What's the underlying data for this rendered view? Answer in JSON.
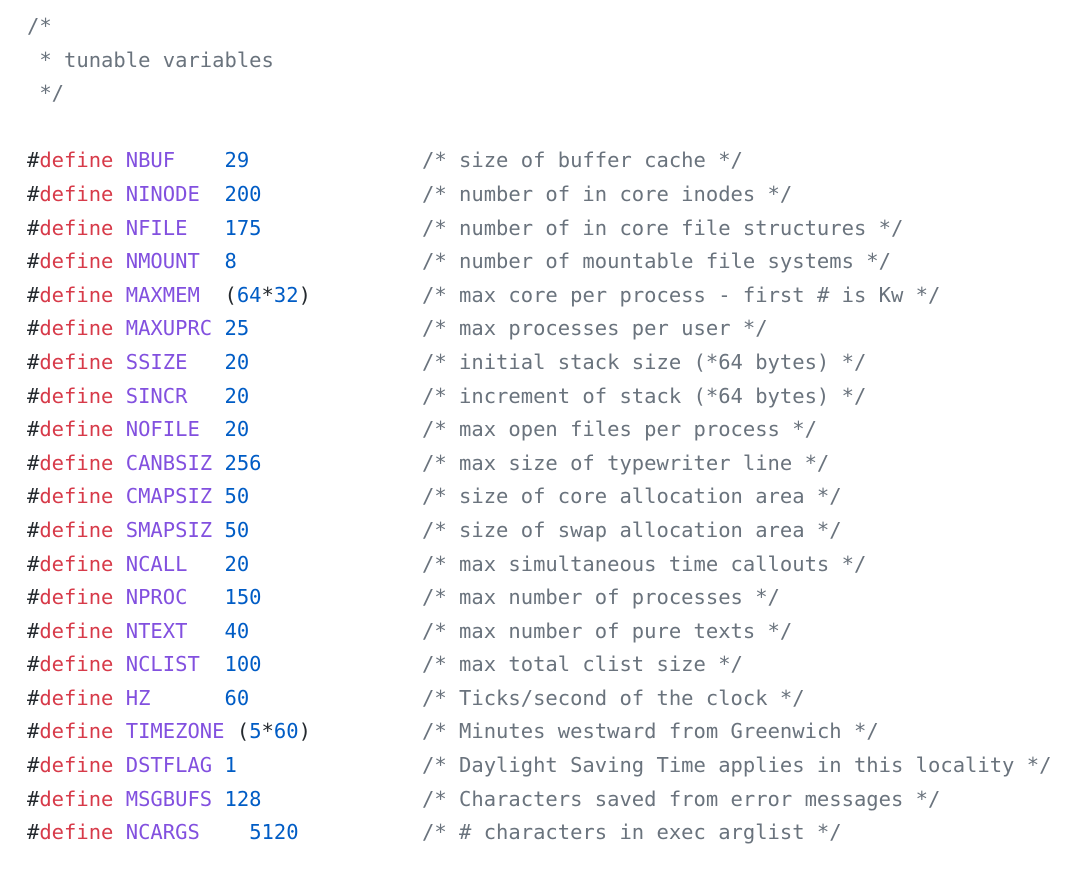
{
  "page": {
    "background": "#ffffff"
  },
  "colors": {
    "background": "#ffffff",
    "plain": "#24292e",
    "keyword": "#d73a49",
    "identifier": "#8250df",
    "number": "#005cc5",
    "comment": "#6a737d"
  },
  "code": {
    "language": "c",
    "directive": {
      "hash": "#",
      "keyword": "define"
    },
    "comment_block": [
      "/*",
      " * tunable variables",
      " */"
    ],
    "defines": [
      {
        "name": "NBUF",
        "value": "29",
        "comment": "/* size of buffer cache */"
      },
      {
        "name": "NINODE",
        "value": "200",
        "comment": "/* number of in core inodes */"
      },
      {
        "name": "NFILE",
        "value": "175",
        "comment": "/* number of in core file structures */"
      },
      {
        "name": "NMOUNT",
        "value": "8",
        "comment": "/* number of mountable file systems */"
      },
      {
        "name": "MAXMEM",
        "value": "(64*32)",
        "comment": "/* max core per process - first # is Kw */"
      },
      {
        "name": "MAXUPRC",
        "value": "25",
        "comment": "/* max processes per user */"
      },
      {
        "name": "SSIZE",
        "value": "20",
        "comment": "/* initial stack size (*64 bytes) */"
      },
      {
        "name": "SINCR",
        "value": "20",
        "comment": "/* increment of stack (*64 bytes) */"
      },
      {
        "name": "NOFILE",
        "value": "20",
        "comment": "/* max open files per process */"
      },
      {
        "name": "CANBSIZ",
        "value": "256",
        "comment": "/* max size of typewriter line */"
      },
      {
        "name": "CMAPSIZ",
        "value": "50",
        "comment": "/* size of core allocation area */"
      },
      {
        "name": "SMAPSIZ",
        "value": "50",
        "comment": "/* size of swap allocation area */"
      },
      {
        "name": "NCALL",
        "value": "20",
        "comment": "/* max simultaneous time callouts */"
      },
      {
        "name": "NPROC",
        "value": "150",
        "comment": "/* max number of processes */"
      },
      {
        "name": "NTEXT",
        "value": "40",
        "comment": "/* max number of pure texts */"
      },
      {
        "name": "NCLIST",
        "value": "100",
        "comment": "/* max total clist size */"
      },
      {
        "name": "HZ",
        "value": "60",
        "comment": "/* Ticks/second of the clock */"
      },
      {
        "name": "TIMEZONE",
        "value": "(5*60)",
        "comment": "/* Minutes westward from Greenwich */"
      },
      {
        "name": "DSTFLAG",
        "value": "1",
        "comment": "/* Daylight Saving Time applies in this locality */"
      },
      {
        "name": "MSGBUFS",
        "value": "128",
        "comment": "/* Characters saved from error messages */"
      },
      {
        "name": "NCARGS",
        "value": "5120",
        "comment": "/* # characters in exec arglist */",
        "value_col": 18
      }
    ]
  }
}
